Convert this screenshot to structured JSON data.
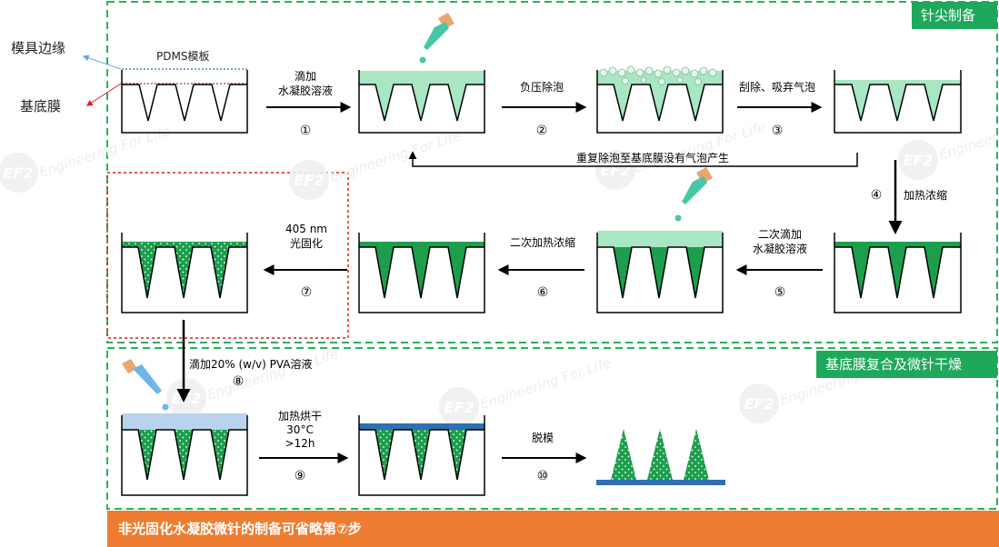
{
  "labels": {
    "mold_edge": "模具边缘",
    "substrate": "基底膜",
    "pdms": "PDMS模板"
  },
  "sections": {
    "tip": "针尖制备",
    "substrate": "基底膜复合及微针干燥"
  },
  "steps": {
    "s1_a": "滴加",
    "s1_b": "水凝胶溶液",
    "s1_num": "①",
    "s2_a": "负压除泡",
    "s2_num": "②",
    "s3_a": "刮除、吸弃气泡",
    "s3_num": "③",
    "repeat": "重复除泡至基底膜没有气泡产生",
    "s4_a": "加热浓缩",
    "s4_num": "④",
    "s5_a": "二次滴加",
    "s5_b": "水凝胶溶液",
    "s5_num": "⑤",
    "s6_a": "二次加热浓缩",
    "s6_num": "⑥",
    "s7_a": "405 nm",
    "s7_b": "光固化",
    "s7_num": "⑦",
    "s8_a": "滴加20% (w/v) PVA溶液",
    "s8_num": "⑧",
    "s9_a": "加热烘干",
    "s9_b": "30°C",
    "s9_c": ">12h",
    "s9_num": "⑨",
    "s10_a": "脱模",
    "s10_num": "⑩"
  },
  "footer": "非光固化水凝胶微针的制备可省略第⑦步",
  "watermark": "Engineering For Life",
  "watermark_logo": "EF2",
  "colors": {
    "green_dash": "#27b35a",
    "light_green": "#a8e6c4",
    "mid_green": "#57cc8a",
    "dark_green": "#1c9e4d",
    "pva_blue": "#b9d3ee",
    "base_blue": "#2f6fb3",
    "orange": "#ee7d31",
    "red": "#e01f1f"
  }
}
